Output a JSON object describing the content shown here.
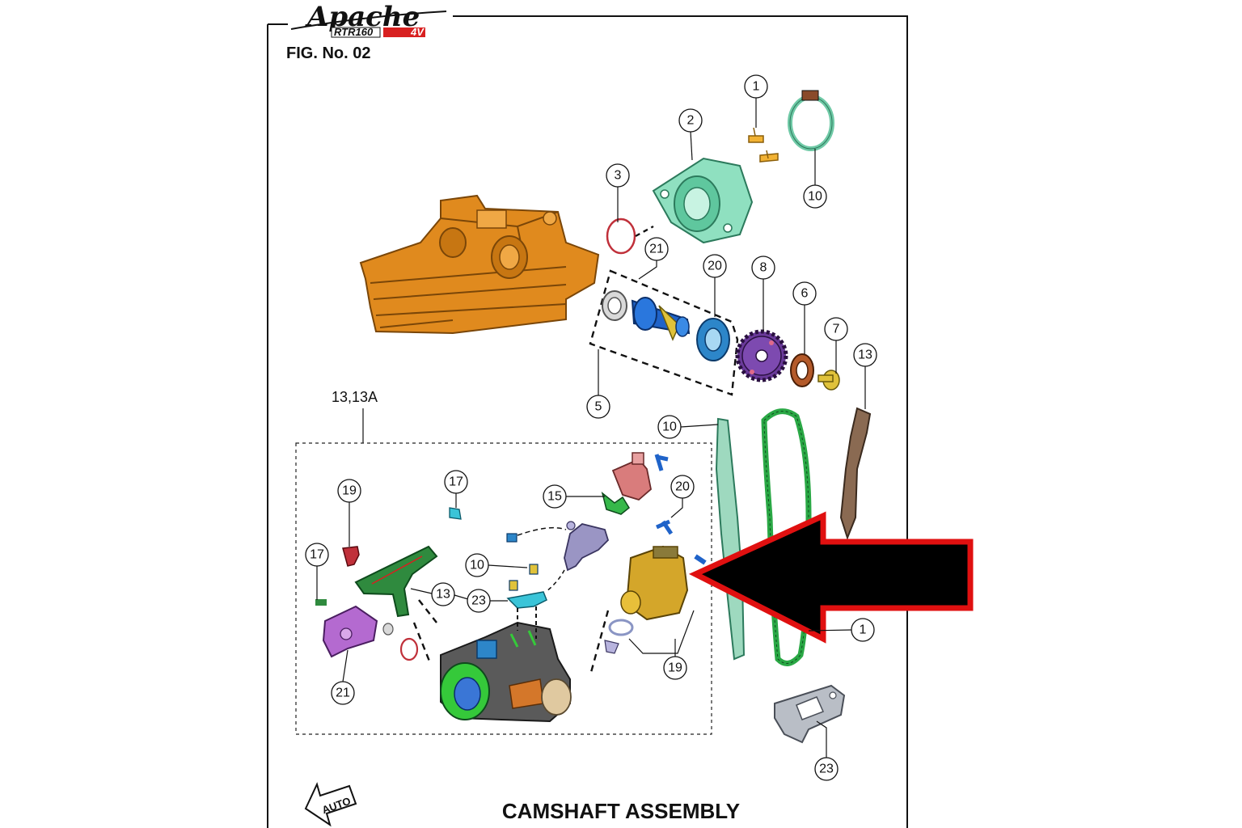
{
  "logo": {
    "main": "Apache",
    "sub_left": "RTR160",
    "sub_right": "4V"
  },
  "figure_label": "FIG. No. 02",
  "title": "CAMSHAFT ASSEMBLY",
  "group_label": "13,13A",
  "auto_mark": "AUTO",
  "callouts": {
    "c1a": "1",
    "c2": "2",
    "c3": "3",
    "c10a": "10",
    "c21a": "21",
    "c20a": "20",
    "c8": "8",
    "c6": "6",
    "c7": "7",
    "c13a": "13",
    "c5": "5",
    "c10b": "10",
    "c19a": "19",
    "c17a": "17",
    "c15": "15",
    "c20b": "20",
    "c17b": "17",
    "c10c": "10",
    "c13b": "13",
    "c23a": "23",
    "c21b": "21",
    "c19b": "19",
    "c1b": "1",
    "c23b": "23"
  },
  "colors": {
    "cylinder_head": "#e08a1e",
    "camshaft_cover": "#8fe0c0",
    "bolts": "#f2b233",
    "clamp": "#6fc9a6",
    "o_ring": "#c0303a",
    "camshaft": "#1f63c9",
    "bearing": "#2d86c9",
    "sprocket": "#6a3a9a",
    "seal": "#b45a2a",
    "guide_brown": "#8a6a52",
    "guide_green": "#9ed9bf",
    "chain": "#2aa845",
    "throttle_body": "#5a5a5a",
    "intake_ring": "#35c93a",
    "sensor_yellow": "#d4a62a",
    "manifold_green": "#2f8a3e",
    "sensor_purple": "#b46ad0",
    "injector": "#9a95c4",
    "pink_valve": "#d97c7c",
    "gasket": "#b9bec6",
    "arrow_outline": "#e01010",
    "arrow_fill": "#000000"
  }
}
